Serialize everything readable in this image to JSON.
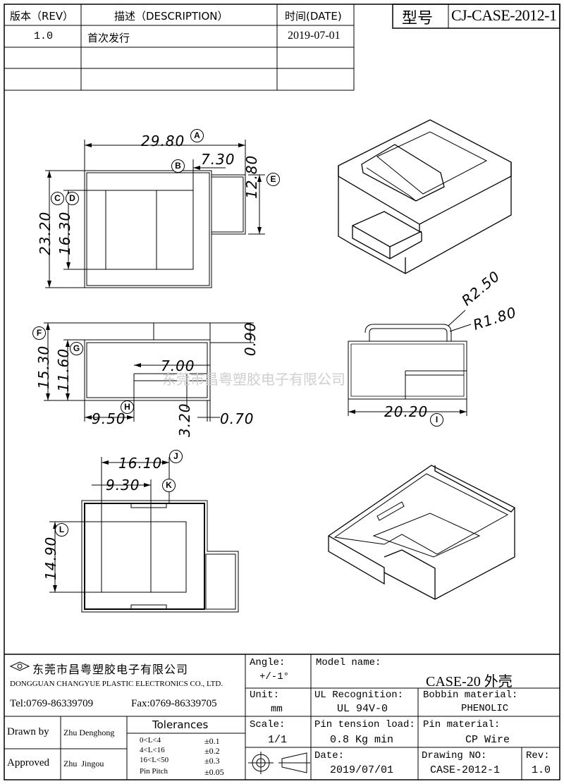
{
  "revision_table": {
    "headers": {
      "rev": "版本（REV）",
      "desc": "描述（DESCRIPTION）",
      "date": "时间(DATE)"
    },
    "rows": [
      {
        "rev": "1.0",
        "desc": "首次发行",
        "date": "2019-07-01"
      }
    ]
  },
  "model_box": {
    "label": "型号",
    "value": "CJ-CASE-2012-1"
  },
  "top_view": {
    "dims": [
      "29.80",
      "7.30",
      "12.80",
      "23.20",
      "16.30"
    ],
    "callouts": [
      "A",
      "B",
      "C",
      "D",
      "E"
    ]
  },
  "side_view": {
    "dims": [
      "15.30",
      "11.60",
      "7.00",
      "0.90",
      "9.50",
      "3.20",
      "0.70"
    ],
    "callouts": [
      "F",
      "G",
      "H"
    ]
  },
  "end_view": {
    "dims": [
      "R2.50",
      "R1.80",
      "20.20"
    ],
    "callouts": [
      "I"
    ]
  },
  "bottom_view": {
    "dims": [
      "16.10",
      "9.30",
      "14.90"
    ],
    "callouts": [
      "J",
      "K",
      "L"
    ]
  },
  "watermark": "东莞市昌粤塑胶电子有限公司",
  "title_block": {
    "company_cn": "东莞市昌粤塑胶电子有限公司",
    "company_en": "DONGGUAN CHANGYUE PLASTIC ELECTRONICS CO., LTD.",
    "tel": "Tel:0769-86339709",
    "fax": "Fax:0769-86339705",
    "drawn_by_label": "Drawn by",
    "drawn_by": "Zhu Denghong",
    "approved_label": "Approved",
    "approved_by": "Zhu  Jingou",
    "tolerances_label": "Tolerances",
    "tolerances": [
      {
        "range": "0<L<4",
        "value": "±0.1"
      },
      {
        "range": "4<L<16",
        "value": "±0.2"
      },
      {
        "range": "16<L<50",
        "value": "±0.3"
      },
      {
        "range": "Pin Pitch",
        "value": "±0.05"
      }
    ],
    "angle_label": "Angle:",
    "angle": "+/-1°",
    "unit_label": "Unit:",
    "unit": "mm",
    "scale_label": "Scale:",
    "scale": "1/1",
    "model_name_label": "Model name:",
    "model_name": "CASE-20 外壳",
    "ul_label": "UL Recognition:",
    "ul": "UL 94V-0",
    "bobbin_label": "Bobbin material:",
    "bobbin": "PHENOLIC",
    "pin_tension_label": "Pin tension load:",
    "pin_tension": "0.8 Kg min",
    "pin_material_label": "Pin material:",
    "pin_material": "CP Wire",
    "date_label": "Date:",
    "date": "2019/07/01",
    "drawing_no_label": "Drawing NO:",
    "drawing_no": "CASE-2012-1",
    "rev_label": "Rev:",
    "rev": "1.0"
  }
}
